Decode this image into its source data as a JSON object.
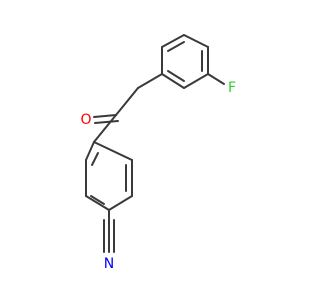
{
  "atoms": {
    "oxygen": "O",
    "fluorine": "F",
    "nitrogen": "N"
  },
  "colors": {
    "bond": "#3a3a3a",
    "oxygen": "#ff0000",
    "fluorine": "#33cc33",
    "nitrogen": "#0000ff",
    "background": "#ffffff"
  }
}
